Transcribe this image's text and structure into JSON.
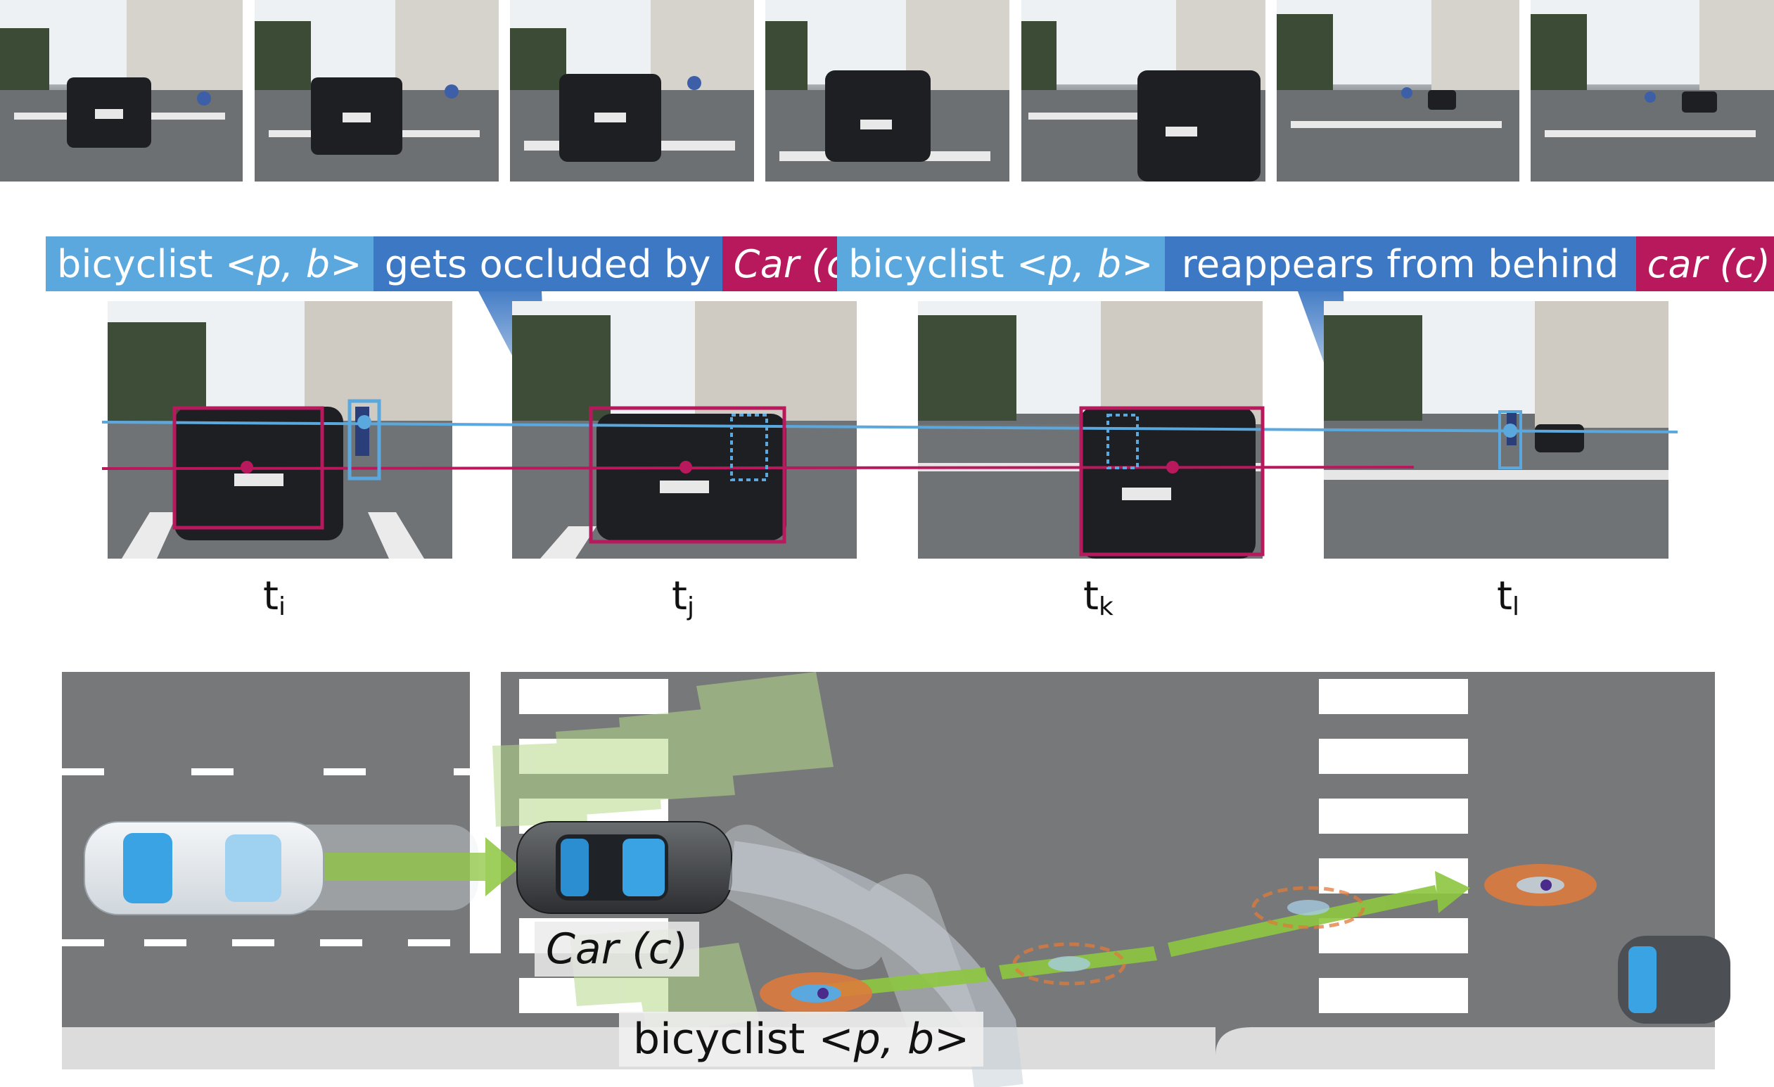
{
  "captions": {
    "left": {
      "subject": "bicyclist",
      "subject_args": "<p, b>",
      "verb": "gets occluded by",
      "object": "Car (c)"
    },
    "right": {
      "subject": "bicyclist",
      "subject_args": "<p, b>",
      "verb": "reappears from behind",
      "object": "car (c)"
    }
  },
  "timesteps": [
    {
      "t": "t",
      "sub": "i"
    },
    {
      "t": "t",
      "sub": "j"
    },
    {
      "t": "t",
      "sub": "k"
    },
    {
      "t": "t",
      "sub": "l"
    }
  ],
  "scene": {
    "car_label": "Car (c)",
    "bicyclist_label": "bicyclist",
    "bicyclist_args": "<p, b>"
  },
  "colors": {
    "subject": "#5aa8dd",
    "verb": "#3d78c4",
    "object": "#b8195d",
    "road": "#77787a",
    "trajectory": "#8dc63f",
    "bike_marker": "#e07a3a"
  }
}
